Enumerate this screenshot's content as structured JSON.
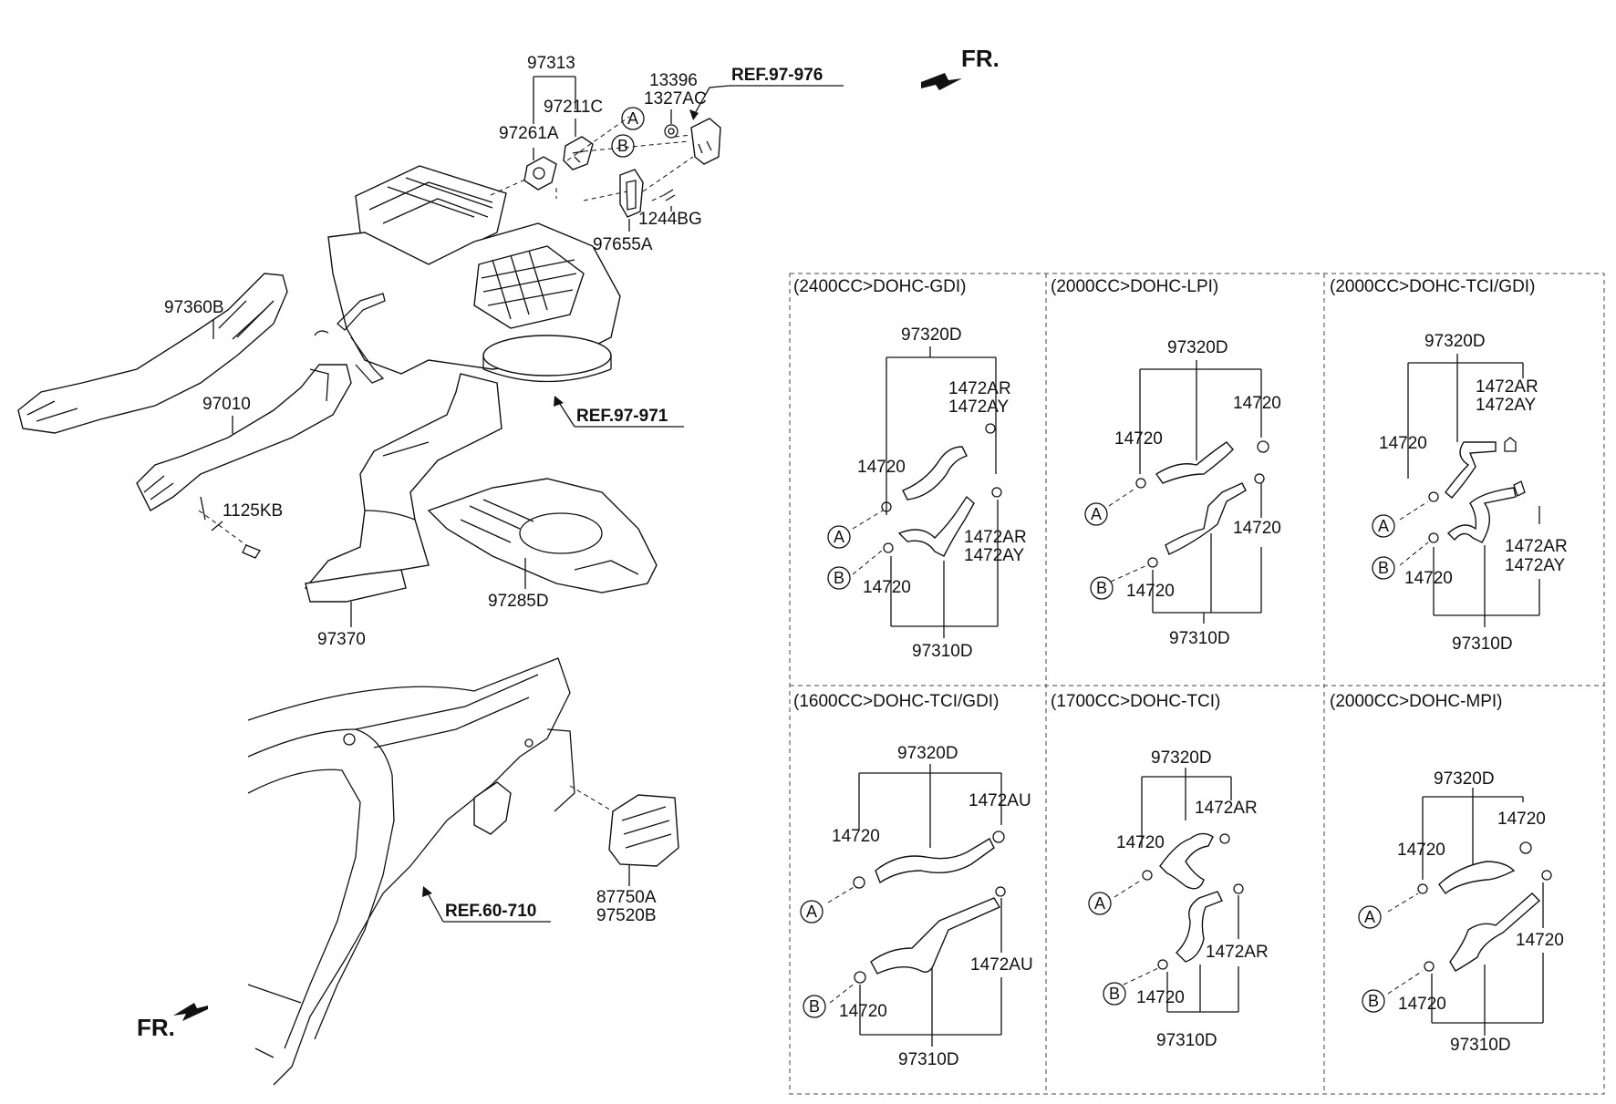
{
  "arrows": {
    "fr_label": "FR."
  },
  "top_parts": {
    "p97313": "97313",
    "p97211C": "97211C",
    "p97261A": "97261A",
    "p13396": "13396",
    "p1327AC": "1327AC",
    "p1244BG": "1244BG",
    "p97655A": "97655A",
    "p97360B": "97360B",
    "p97010": "97010",
    "p1125KB": "1125KB",
    "p97285D": "97285D",
    "p97370": "97370",
    "ref_976": "REF.97-976",
    "ref_971": "REF.97-971",
    "circle_a": "A",
    "circle_b": "B"
  },
  "bottom_parts": {
    "ref_710": "REF.60-710",
    "p87750A": "87750A",
    "p97520B": "97520B"
  },
  "panels": [
    {
      "header": "(2400CC>DOHC-GDI)",
      "top_hose": "97320D",
      "bottom_hose": "97310D",
      "clamp_a": "14720",
      "clamp_b": "14720",
      "right_top_1": "1472AR",
      "right_top_2": "1472AY",
      "right_bot_1": "1472AR",
      "right_bot_2": "1472AY",
      "circle_a": "A",
      "circle_b": "B"
    },
    {
      "header": "(2000CC>DOHC-LPI)",
      "top_hose": "97320D",
      "bottom_hose": "97310D",
      "clamp_a": "14720",
      "clamp_b": "14720",
      "right_top_1": "14720",
      "right_bot_1": "14720",
      "circle_a": "A",
      "circle_b": "B"
    },
    {
      "header": "(2000CC>DOHC-TCI/GDI)",
      "top_hose": "97320D",
      "bottom_hose": "97310D",
      "clamp_a": "14720",
      "clamp_b": "14720",
      "right_top_1": "1472AR",
      "right_top_2": "1472AY",
      "right_bot_1": "1472AR",
      "right_bot_2": "1472AY",
      "circle_a": "A",
      "circle_b": "B"
    },
    {
      "header": "(1600CC>DOHC-TCI/GDI)",
      "top_hose": "97320D",
      "bottom_hose": "97310D",
      "clamp_a": "14720",
      "clamp_b": "14720",
      "right_top_1": "1472AU",
      "right_bot_1": "1472AU",
      "circle_a": "A",
      "circle_b": "B"
    },
    {
      "header": "(1700CC>DOHC-TCI)",
      "top_hose": "97320D",
      "bottom_hose": "97310D",
      "clamp_a": "14720",
      "clamp_b": "14720",
      "right_top_1": "1472AR",
      "right_bot_1": "1472AR",
      "circle_a": "A",
      "circle_b": "B"
    },
    {
      "header": "(2000CC>DOHC-MPI)",
      "top_hose": "97320D",
      "bottom_hose": "97310D",
      "clamp_a": "14720",
      "clamp_b": "14720",
      "right_top_1": "14720",
      "right_bot_1": "14720",
      "circle_a": "A",
      "circle_b": "B"
    }
  ]
}
